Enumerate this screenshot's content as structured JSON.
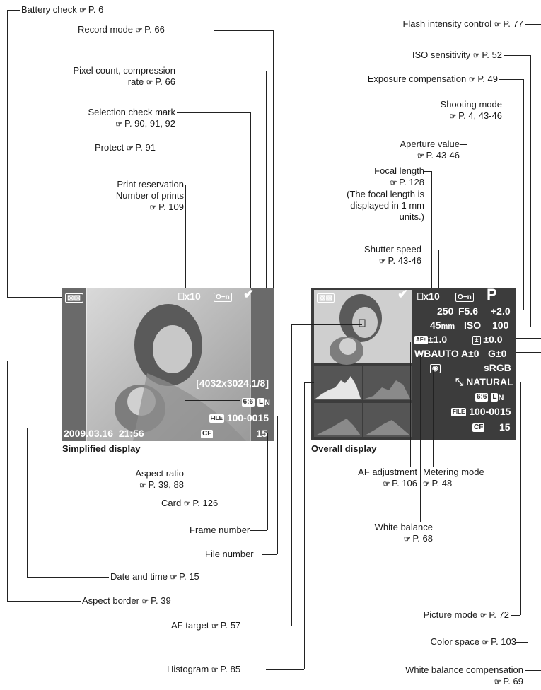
{
  "ref": "☞ P.",
  "callouts_left": {
    "battery": "Battery check",
    "battery_page": "P. 6",
    "record_mode": "Record mode",
    "record_mode_page": "P. 66",
    "pixel_count_1": "Pixel count, compression",
    "pixel_count_2": "rate",
    "pixel_count_page": "P. 66",
    "selection_1": "Selection check mark",
    "selection_page": "P. 90, 91, 92",
    "protect": "Protect",
    "protect_page": "P. 91",
    "print_1": "Print reservation",
    "print_2": "Number of prints",
    "print_page": "P. 109",
    "aspect_ratio": "Aspect ratio",
    "aspect_ratio_page": "P. 39, 88",
    "card": "Card",
    "card_page": "P. 126",
    "frame_number": "Frame number",
    "file_number": "File number",
    "date_time": "Date and time",
    "date_time_page": "P. 15",
    "aspect_border": "Aspect border",
    "aspect_border_page": "P. 39"
  },
  "callouts_right": {
    "flash": "Flash intensity control",
    "flash_page": "P. 77",
    "iso": "ISO sensitivity",
    "iso_page": "P. 52",
    "exposure": "Exposure compensation",
    "exposure_page": "P. 49",
    "shooting_mode": "Shooting mode",
    "shooting_mode_page": "P. 4, 43-46",
    "aperture": "Aperture value",
    "aperture_page": "P. 43-46",
    "focal": "Focal length",
    "focal_page": "P. 128",
    "focal_note_1": "(The focal length is",
    "focal_note_2": "displayed in 1 mm",
    "focal_note_3": "units.)",
    "shutter": "Shutter speed",
    "shutter_page": "P. 43-46",
    "af_adjust": "AF adjustment",
    "af_adjust_page": "P. 106",
    "metering": "Metering mode",
    "metering_page": "P. 48",
    "wb": "White balance",
    "wb_page": "P. 68",
    "picture_mode": "Picture mode",
    "picture_mode_page": "P. 72",
    "color_space": "Color space",
    "color_space_page": "P. 103",
    "af_target": "AF target",
    "af_target_page": "P. 57",
    "histogram": "Histogram",
    "histogram_page": "P. 85",
    "wb_comp": "White balance compensation",
    "wb_comp_page": "P. 69"
  },
  "simplified": {
    "caption": "Simplified display",
    "print_count": "⎕x10",
    "pixel": "[4032x3024,1/8]",
    "aspect": "6:6",
    "quality": "L",
    "quality_n": "N",
    "file_icon": "FILE",
    "file_no": "100-0015",
    "datetime": "2009.03.16  21:56",
    "card": "CF",
    "frame": "15",
    "protect_icon": "O−n"
  },
  "overall": {
    "caption": "Overall display",
    "print_count": "⎕x10",
    "protect_icon": "O−n",
    "mode": "P",
    "shutter": "250",
    "aperture": "F5.6",
    "exposure": "+2.0",
    "focal_num": "45",
    "focal_unit": "mm",
    "iso_label": "ISO",
    "iso": "100",
    "af_icon": "AF±",
    "af_value": "±1.0",
    "flash_icon": "±",
    "flash_value": "±0.0",
    "wb": "WBAUTO",
    "wb_a": "A±0",
    "wb_g": "G±0",
    "color_space": "sRGB",
    "picture_mode": "NATURAL",
    "aspect": "6:6",
    "quality": "L",
    "quality_n": "N",
    "file_icon": "FILE",
    "file_no": "100-0015",
    "card": "CF",
    "frame": "15"
  },
  "colors": {
    "panel": "#3c3c3c",
    "photo": "#b5b5b5",
    "histogram": "#6e6e6e"
  }
}
